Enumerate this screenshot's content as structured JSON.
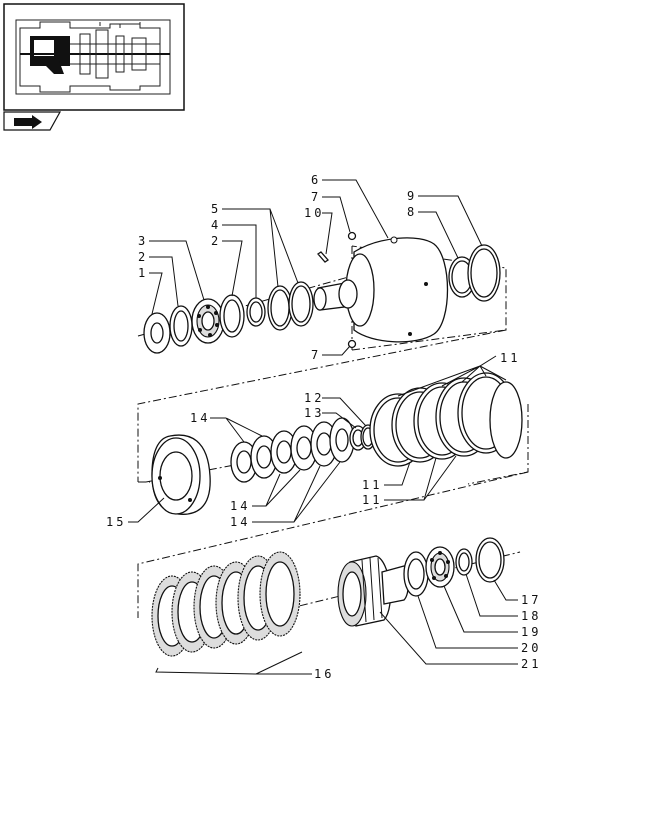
{
  "labels": {
    "l1": "1",
    "l2a": "2",
    "l2b": "2",
    "l3": "3",
    "l4": "4",
    "l5": "5",
    "l6": "6",
    "l7a": "7",
    "l7b": "7",
    "l8": "8",
    "l9": "9",
    "l10": "10",
    "l11a": "11",
    "l11b": "11",
    "l11c": "11",
    "l12": "12",
    "l13": "13",
    "l14a": "14",
    "l14b": "14",
    "l14c": "14",
    "l15": "15",
    "l16": "16",
    "l17": "17",
    "l18": "18",
    "l19": "19",
    "l20": "20",
    "l21": "21"
  },
  "icons": {
    "thumbnail": "transmission-section-thumbnail",
    "nav": "next-page-arrow-icon"
  }
}
